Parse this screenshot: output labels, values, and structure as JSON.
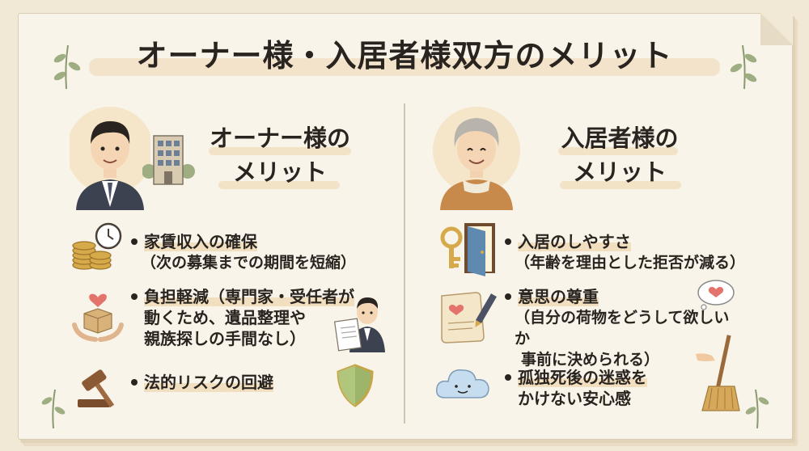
{
  "title": "オーナー様・入居者様双方のメリット",
  "owner": {
    "heading_line1": "オーナー様の",
    "heading_line2": "メリット",
    "items": [
      {
        "main": "家賃収入の確保",
        "detail": "（次の募集までの期間を短縮）"
      },
      {
        "main": "負担軽減（専門家・受任者が",
        "line2": "動くため、遺品整理や",
        "line3": "親族探しの手間なし）"
      },
      {
        "main": "法的リスクの回避"
      }
    ]
  },
  "resident": {
    "heading_line1": "入居者様の",
    "heading_line2": "メリット",
    "items": [
      {
        "main": "入居のしやすさ",
        "detail": "（年齢を理由とした拒否が減る）"
      },
      {
        "main": "意思の尊重",
        "detail": "（自分の荷物をどうして欲しいか",
        "detail2": "事前に決められる）"
      },
      {
        "main": "孤独死後の迷惑を",
        "line2": "かけない安心感"
      }
    ]
  },
  "icons": [
    "man-in-suit-icon",
    "building-icon",
    "coins-icon",
    "clock-icon",
    "box-heart-hands-icon",
    "staff-document-icon",
    "gavel-icon",
    "shield-icon",
    "elderly-woman-icon",
    "key-icon",
    "door-icon",
    "letter-heart-icon",
    "pen-icon",
    "thought-heart-icon",
    "cloud-icon",
    "broom-icon",
    "leaf-icon"
  ],
  "colors": {
    "paper": "#f8f4e9",
    "background": "#f1e8d6",
    "highlight": "#f1dfbf",
    "text": "#2a2420"
  }
}
